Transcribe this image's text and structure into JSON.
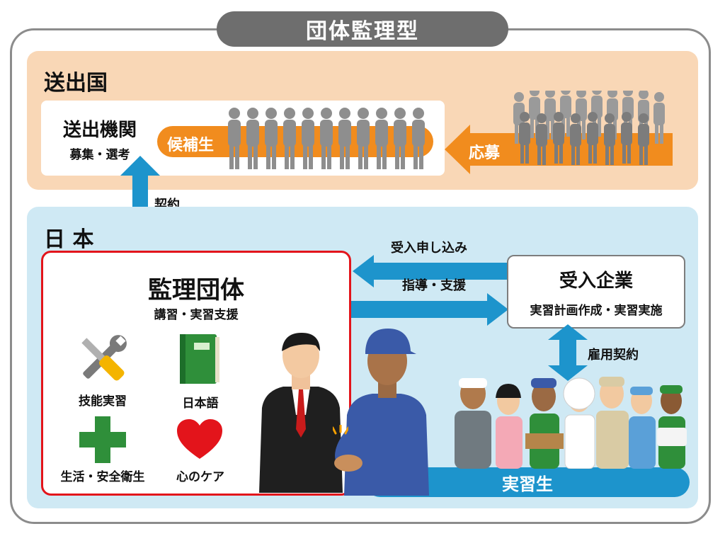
{
  "title": "団体監理型",
  "origin": {
    "region": "送出国",
    "agency_name": "送出機関",
    "agency_sub": "募集・選考",
    "candidates_label": "候補生",
    "apply_label": "応募"
  },
  "contract_label": "契約",
  "japan": {
    "region": "日 本",
    "monitor": {
      "name": "監理団体",
      "sub": "講習・実習支援",
      "items": [
        {
          "label": "技能実習",
          "icon": "tools-icon"
        },
        {
          "label": "日本語",
          "icon": "book-icon"
        },
        {
          "label": "生活・安全衛生",
          "icon": "cross-icon"
        },
        {
          "label": "心のケア",
          "icon": "heart-icon"
        }
      ]
    },
    "arrow_apply": "受入申し込み",
    "arrow_guide": "指導・支援",
    "company": {
      "name": "受入企業",
      "sub": "実習計画作成・実習実施"
    },
    "employment_label": "雇用契約",
    "trainee_label": "実習生"
  },
  "colors": {
    "orange": "#f18c1e",
    "blue": "#1d94cc",
    "red": "#e3141b",
    "green": "#2f8f3a"
  }
}
